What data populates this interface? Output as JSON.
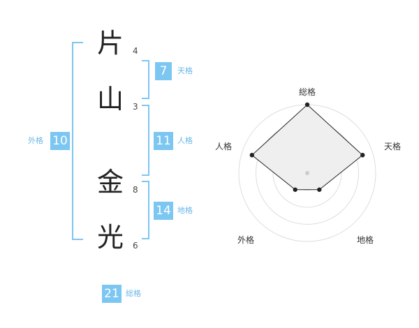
{
  "name_chars": [
    {
      "char": "片",
      "strokes": "4"
    },
    {
      "char": "山",
      "strokes": "3"
    },
    {
      "char": "金",
      "strokes": "8"
    },
    {
      "char": "光",
      "strokes": "6"
    }
  ],
  "kakaku": {
    "tenkaku": {
      "value": "7",
      "label": "天格"
    },
    "jinkaku": {
      "value": "11",
      "label": "人格"
    },
    "chikaku": {
      "value": "14",
      "label": "地格"
    },
    "gaikaku": {
      "value": "10",
      "label": "外格"
    },
    "soukaku": {
      "value": "21",
      "label": "総格"
    }
  },
  "colors": {
    "accent": "#7cc6f2",
    "radar_fill": "#efefef",
    "ring": "#dddddd"
  },
  "chart_data": {
    "type": "radar",
    "axes": [
      "総格",
      "天格",
      "地格",
      "外格",
      "人格"
    ],
    "values": [
      1.0,
      0.85,
      0.3,
      0.3,
      0.85
    ],
    "rings": 4
  }
}
